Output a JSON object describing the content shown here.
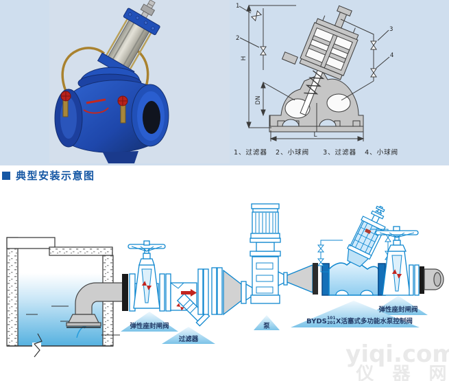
{
  "colors": {
    "top_background": "#cfdeee",
    "accent_blue": "#1557a4",
    "schematic_line_blue": "#0f87cf",
    "flow_red": "#c2241f",
    "pipe_gray": "#cdcdcd",
    "watermark_gray": "#e9e9e9"
  },
  "drawing": {
    "callouts": {
      "c1": "1",
      "c2": "2",
      "c3": "3",
      "c4": "4"
    },
    "dims": {
      "h": "H",
      "dn": "DN",
      "l": "L"
    },
    "caption": [
      "1、过滤器",
      "2、小球阀",
      "3、过滤器",
      "4、小球阀"
    ]
  },
  "section": {
    "title": "典型安装示意图"
  },
  "schematic": {
    "labels": {
      "gate_valve_left": "弹性座封闸阀",
      "strainer": "过滤器",
      "pump": "泵",
      "control_valve_prefix": "BYDS",
      "model_top": "101",
      "model_bottom": "201",
      "control_valve_suffix": "X活塞式多功能水泵控制阀",
      "gate_valve_right": "弹性座封闸阀"
    }
  },
  "watermark": {
    "line1": "yiqi.com",
    "line2": "仪 器 网"
  }
}
